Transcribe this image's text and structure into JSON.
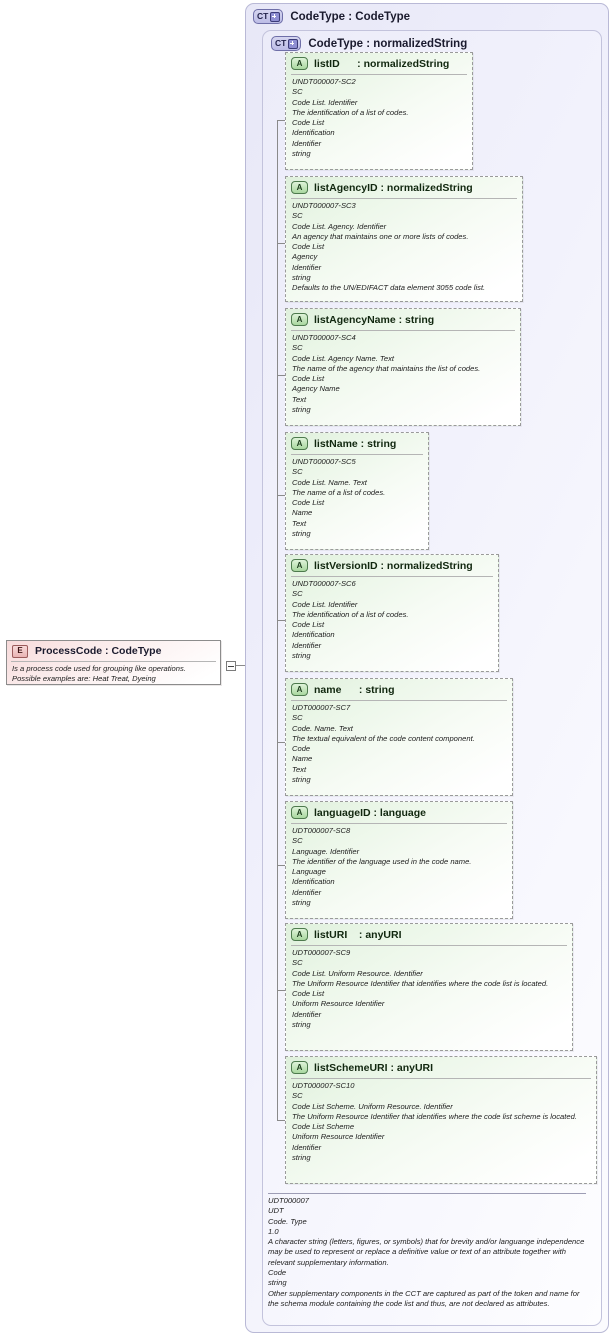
{
  "diagram": {
    "type": "xsd-schema-diagram",
    "colors": {
      "complex_type_fill": "#eeeefb",
      "complex_type_border": "#b9b9d6",
      "attribute_fill": "#eaf6e7",
      "attribute_border": "#9a9a9a",
      "element_fill": "#fae9e9",
      "element_border": "#8c8c8c",
      "connector": "#8a8a8a"
    }
  },
  "complex_type_outer": {
    "icon": "ct-plus-icon",
    "icon_label": "CT",
    "title": "CodeType : CodeType"
  },
  "complex_type_inner": {
    "icon": "ct-plus-icon",
    "icon_label": "CT",
    "title": "CodeType : normalizedString"
  },
  "element": {
    "icon": "e-element-icon",
    "icon_label": "E",
    "title": "ProcessCode : CodeType",
    "annotation": "Is a process code used for grouping like operations.\nPossible examples are:  Heat Treat, Dyeing"
  },
  "attributes": [
    {
      "icon_label": "A",
      "name": "listID",
      "name_spaced": "listID      : normalizedString",
      "type": "normalizedString",
      "annotation": "UNDT000007-SC2\nSC\nCode List. Identifier\nThe identification of a list of codes.\nCode List\nIdentification\nIdentifier\nstring"
    },
    {
      "icon_label": "A",
      "name": "listAgencyID",
      "name_spaced": "listAgencyID : normalizedString",
      "type": "normalizedString",
      "annotation": "UNDT000007-SC3\nSC\nCode List. Agency. Identifier\nAn agency that maintains one or more lists of codes.\nCode List\nAgency\nIdentifier\nstring\nDefaults to the UN/EDIFACT data element 3055 code list."
    },
    {
      "icon_label": "A",
      "name": "listAgencyName",
      "name_spaced": "listAgencyName : string",
      "type": "string",
      "annotation": "UNDT000007-SC4\nSC\nCode List. Agency Name. Text\nThe name of the agency that maintains the list of codes.\nCode List\nAgency Name\nText\nstring"
    },
    {
      "icon_label": "A",
      "name": "listName",
      "name_spaced": "listName : string",
      "type": "string",
      "annotation": "UNDT000007-SC5\nSC\nCode List. Name. Text\nThe name of a list of codes.\nCode List\nName\nText\nstring"
    },
    {
      "icon_label": "A",
      "name": "listVersionID",
      "name_spaced": "listVersionID : normalizedString",
      "type": "normalizedString",
      "annotation": "UNDT000007-SC6\nSC\nCode List. Identifier\nThe identification of a list of codes.\nCode List\nIdentification\nIdentifier\nstring"
    },
    {
      "icon_label": "A",
      "name": "name",
      "name_spaced": "name      : string",
      "type": "string",
      "annotation": "UDT000007-SC7\nSC\nCode. Name. Text\nThe textual equivalent of the code content component.\nCode\nName\nText\nstring"
    },
    {
      "icon_label": "A",
      "name": "languageID",
      "name_spaced": "languageID : language",
      "type": "language",
      "annotation": "UDT000007-SC8\nSC\nLanguage. Identifier\nThe identifier of the language used in the code name.\nLanguage\nIdentification\nIdentifier\nstring"
    },
    {
      "icon_label": "A",
      "name": "listURI",
      "name_spaced": "listURI    : anyURI",
      "type": "anyURI",
      "annotation": "UDT000007-SC9\nSC\nCode List. Uniform Resource. Identifier\nThe Uniform Resource Identifier that identifies where the code list is located.\nCode List\nUniform Resource Identifier\nIdentifier\nstring"
    },
    {
      "icon_label": "A",
      "name": "listSchemeURI",
      "name_spaced": "listSchemeURI : anyURI",
      "type": "anyURI",
      "annotation": "UDT000007-SC10\nSC\nCode List Scheme. Uniform Resource. Identifier\nThe Uniform Resource Identifier that identifies where the code list scheme is located.\nCode List Scheme\nUniform Resource Identifier\nIdentifier\nstring"
    }
  ],
  "documentation": "UDT000007\nUDT\nCode. Type\n1.0\nA character string (letters, figures, or symbols) that for brevity and/or languange independence may be used to represent or replace a definitive value or text of an attribute together with relevant supplementary information.\nCode\nstring\nOther supplementary components in the CCT are captured as part of the token and name for the schema module containing the code list and thus, are not declared as attributes."
}
